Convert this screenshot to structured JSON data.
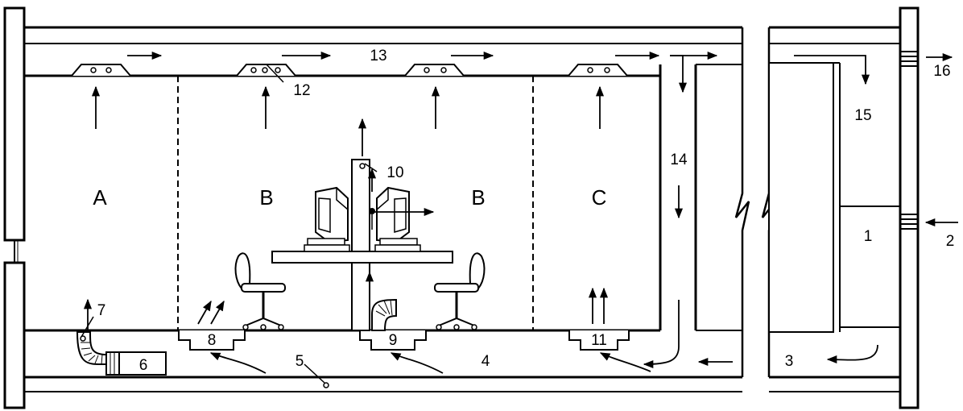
{
  "zones": {
    "a": "A",
    "b_left": "B",
    "b_right": "B",
    "c": "C"
  },
  "callouts": {
    "n1": "1",
    "n2": "2",
    "n3": "3",
    "n4": "4",
    "n5": "5",
    "n6": "6",
    "n7": "7",
    "n8": "8",
    "n9": "9",
    "n10": "10",
    "n11": "11",
    "n12": "12",
    "n13": "13",
    "n14": "14",
    "n15": "15",
    "n16": "16"
  }
}
